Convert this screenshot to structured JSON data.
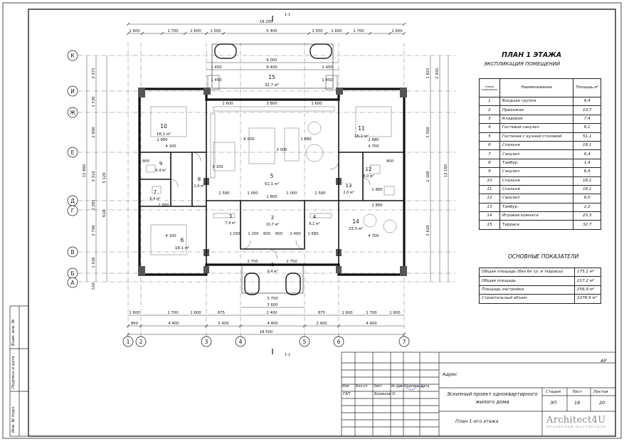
{
  "plan": {
    "top_total": "18 200",
    "top_spans": [
      "1 600",
      "1 700",
      "1 600",
      "1 500",
      "5 400",
      "1 500",
      "1 600",
      "1 700",
      "1 600"
    ],
    "terrace_dims": [
      "6 000",
      "8 400",
      "1 450",
      "1 450",
      "1 450",
      "1 450"
    ],
    "bottom_spans_1": [
      "1 600",
      "1 700",
      "1 600",
      "875",
      "2 400",
      "875",
      "1 600",
      "1 700",
      "1 600"
    ],
    "bottom_spans_2": [
      "800",
      "4 400",
      "2 400",
      "4 400",
      "2 400",
      "4 400"
    ],
    "bottom_total": "18 500",
    "entry_dims": [
      "3 600",
      "5 750",
      "2 750",
      "2 750"
    ],
    "grid_cols": [
      "1",
      "2",
      "3",
      "4",
      "5",
      "6",
      "7"
    ],
    "grid_rows": [
      "К",
      "И",
      "Ж",
      "Е",
      "Д",
      "Г",
      "В",
      "Б",
      "А"
    ],
    "left_dims": [
      "2 375",
      "1 530",
      "2 690",
      "3 310",
      "2 285",
      "5 120",
      "610",
      "2 790",
      "1 430",
      "550"
    ],
    "left_total": "12 860",
    "right_dims": [
      "1 825",
      "2 945",
      "5 500",
      "2 100",
      "5 620"
    ],
    "right_total": "12 160",
    "cut_label": "1-1",
    "rooms": [
      {
        "num": "15",
        "area": "32,7 м²"
      },
      {
        "num": "10",
        "area": "18,1 м²"
      },
      {
        "num": "11",
        "area": "18,1 м²"
      },
      {
        "num": "5",
        "area": "51,1 м²"
      },
      {
        "num": "9",
        "area": "6,4 м²"
      },
      {
        "num": "8",
        "area": "1,4 м²"
      },
      {
        "num": "7",
        "area": "6,4 м²"
      },
      {
        "num": "6",
        "area": "18,1 м²"
      },
      {
        "num": "3",
        "area": "7,4 м²"
      },
      {
        "num": "2",
        "area": "10,7 м²"
      },
      {
        "num": "4",
        "area": "6,1 м²"
      },
      {
        "num": "1",
        "area": "9,4 м²"
      },
      {
        "num": "12",
        "area": "6,0 м²"
      },
      {
        "num": "13",
        "area": "2,0 м²"
      },
      {
        "num": "14",
        "area": "23,3 м²"
      }
    ],
    "inner_dims": [
      "1 600",
      "3 800",
      "1 600",
      "2 880",
      "2 880",
      "6 000",
      "1 800",
      "2 580",
      "1 000",
      "1 000",
      "2 580",
      "4 100",
      "4 100",
      "4 700",
      "4 700",
      "3 000",
      "1 030",
      "1 200",
      "600",
      "600",
      "3 100",
      "1 400",
      "1 680",
      "2 880",
      "2 880",
      "1 880",
      "1 880",
      "900",
      "900"
    ]
  },
  "schedule": {
    "title": "ПЛАН 1 ЭТАЖА",
    "subtitle": "ЭКСПЛИКАЦИЯ ПОМЕЩЕНИЙ",
    "headers": [
      "Номер помещения",
      "Наименование",
      "Площадь,м²"
    ],
    "rows": [
      {
        "num": "1",
        "name": "Входная группа",
        "area": "9,4"
      },
      {
        "num": "2",
        "name": "Прихожая",
        "area": "10,7"
      },
      {
        "num": "3",
        "name": "Кладовая",
        "area": "7,4"
      },
      {
        "num": "4",
        "name": "Гостевой санузел",
        "area": "6,1"
      },
      {
        "num": "5",
        "name": "Гостиная с кухней столовой",
        "area": "51,1"
      },
      {
        "num": "6",
        "name": "Спальня",
        "area": "18,1"
      },
      {
        "num": "7",
        "name": "Санузел",
        "area": "6,4"
      },
      {
        "num": "8",
        "name": "Тамбур",
        "area": "1,4"
      },
      {
        "num": "9",
        "name": "Санузел",
        "area": "6,4"
      },
      {
        "num": "10",
        "name": "Спальня",
        "area": "18,1"
      },
      {
        "num": "11",
        "name": "Спальня",
        "area": "18,1"
      },
      {
        "num": "12",
        "name": "Санузел",
        "area": "6,0"
      },
      {
        "num": "13",
        "name": "Тамбур",
        "area": "2,0"
      },
      {
        "num": "14",
        "name": "Игровая комната",
        "area": "23,3"
      },
      {
        "num": "15",
        "name": "Терраса",
        "area": "32,7"
      }
    ]
  },
  "indicators": {
    "title": "ОСНОВНЫЕ ПОКАЗАТЕЛИ",
    "rows": [
      {
        "label": "Общая площадь (без бк гр. и террасы)",
        "value": "175,1 м²"
      },
      {
        "label": "Общая площадь",
        "value": "217,2 м²"
      },
      {
        "label": "Площадь застройки",
        "value": "256,9 м²"
      },
      {
        "label": "Строительный объем",
        "value": "1078,9 м³"
      }
    ]
  },
  "stamp": {
    "code": "АР",
    "address": "Адрес",
    "header_cells": [
      "Изм",
      "Кол.уч",
      "Лист",
      "№ док",
      "Подпись",
      "Дата"
    ],
    "role": "ГАП",
    "name": "Бодашов О.",
    "project_title": "Эскизный проект одноквартирного жилого дома",
    "sheet_title": "План 1-ого этажа",
    "stage_label": "Стадия",
    "sheet_label": "Лист",
    "sheets_label": "Листов",
    "stage": "ЭП",
    "sheet": "18",
    "sheets": "20"
  },
  "side_labels": [
    "Взам. инв. №",
    "Подпись и дата",
    "Инв. № подл."
  ],
  "logo": {
    "name": "Architect4U",
    "tagline": "ПРОЕКТНАЯ МАСТЕРСКАЯ"
  }
}
